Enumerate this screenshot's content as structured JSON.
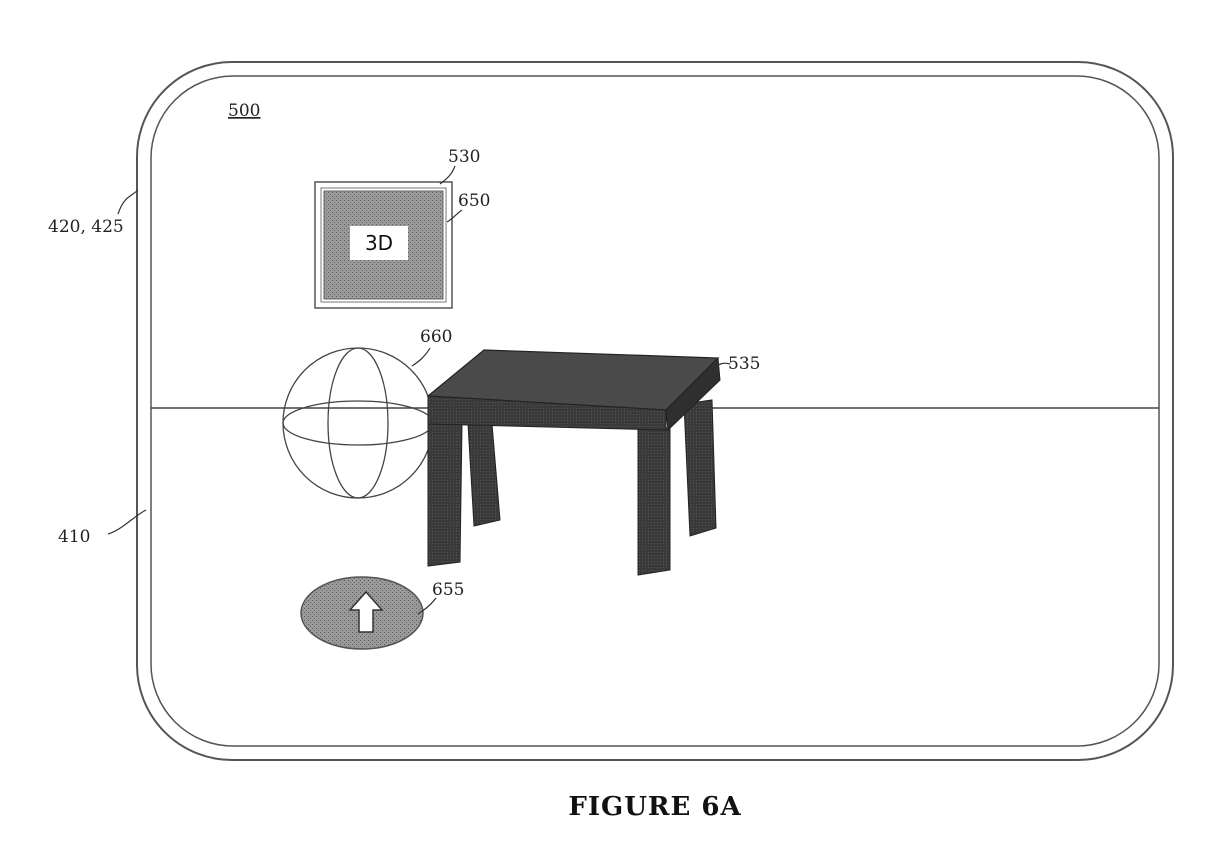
{
  "figure": {
    "caption": "FIGURE 6A",
    "labels": {
      "view": "500",
      "device_frame": "420, 425",
      "display": "410",
      "thumbnail": "530",
      "thumbnail_frame": "650",
      "rotation_widget": "660",
      "virtual_object": "535",
      "move_control": "655"
    },
    "thumbnail_text": "3D"
  },
  "icons": {
    "thumbnail": "3d-thumbnail-icon",
    "rotation": "rotation-sphere-icon",
    "object": "table-icon",
    "move": "up-arrow-icon"
  }
}
